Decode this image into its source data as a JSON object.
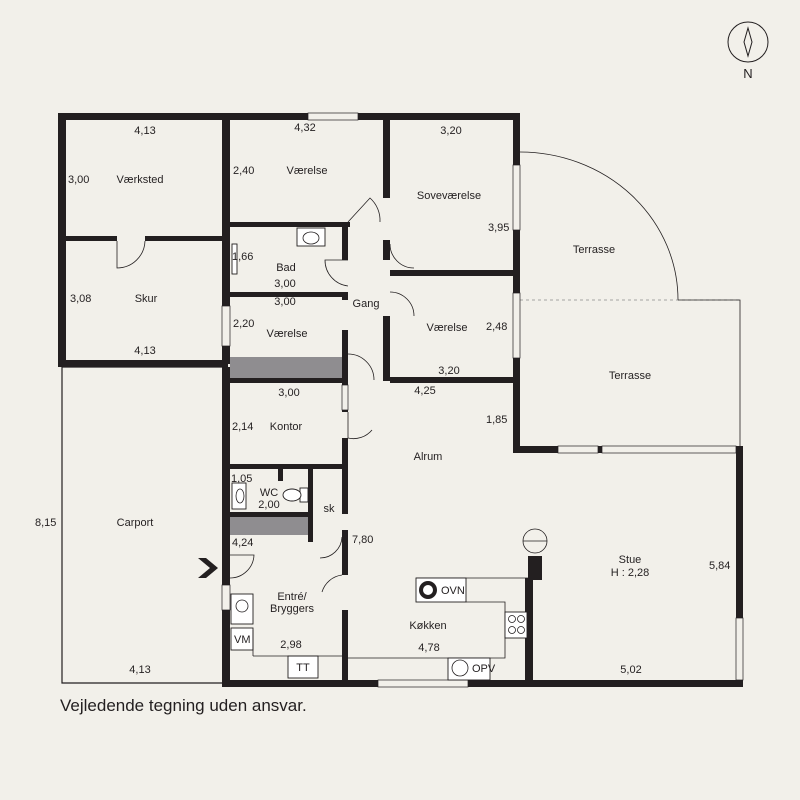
{
  "compass": {
    "label": "N"
  },
  "disclaimer": "Vejledende tegning uden ansvar.",
  "rooms": {
    "vaerksted": "Værksted",
    "vaerelse_top": "Værelse",
    "sovevaerelse": "Soveværelse",
    "terrasse_top": "Terrasse",
    "skur": "Skur",
    "bad": "Bad",
    "gang": "Gang",
    "vaerelse_mid": "Værelse",
    "vaerelse_small": "Værelse",
    "terrasse_mid": "Terrasse",
    "kontor": "Kontor",
    "alrum": "Alrum",
    "wc": "WC",
    "sk": "sk",
    "carport": "Carport",
    "entre_1": "Entré/",
    "entre_2": "Bryggers",
    "stue": "Stue",
    "stue_height": "H : 2,28",
    "koekken": "Køkken"
  },
  "fixtures": {
    "ovn": "OVN",
    "vm": "VM",
    "tt": "TT",
    "opv": "OPV"
  },
  "dims": {
    "d1": "4,13",
    "d2": "4,32",
    "d3": "3,20",
    "d4": "3,00",
    "d5": "2,40",
    "d6": "3,95",
    "d7": "1,66",
    "d8": "3,00",
    "d9": "3,08",
    "d10": "3,00",
    "d11": "2,20",
    "d12": "2,48",
    "d13": "4,13",
    "d14": "3,20",
    "d15": "3,00",
    "d16": "4,25",
    "d17": "1,85",
    "d18": "2,14",
    "d19": "1,05",
    "d20": "2,00",
    "d21": "8,15",
    "d22": "4,24",
    "d23": "7,80",
    "d24": "5,84",
    "d25": "2,98",
    "d26": "4,78",
    "d27": "4,13",
    "d28": "5,02"
  }
}
